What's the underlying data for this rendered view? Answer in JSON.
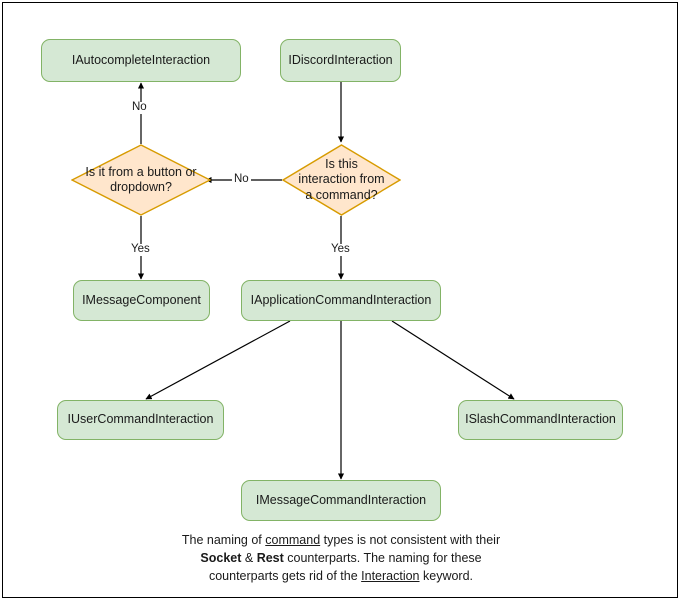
{
  "diagram": {
    "title": "Discord Interaction type hierarchy flowchart",
    "colors": {
      "box_fill": "#d5e8d4",
      "box_border": "#82b366",
      "diamond_fill": "#ffe6cc",
      "diamond_border": "#d79b00",
      "edge": "#000000",
      "frame_border": "#000000",
      "page_background": "#ffffff"
    },
    "nodes": [
      {
        "id": "autocomplete",
        "type": "box",
        "label": "IAutocompleteInteraction"
      },
      {
        "id": "discord",
        "type": "box",
        "label": "IDiscordInteraction"
      },
      {
        "id": "decision_button",
        "type": "diamond",
        "label": "Is it from a button or dropdown?"
      },
      {
        "id": "decision_command",
        "type": "diamond",
        "label": "Is this interaction from a command?"
      },
      {
        "id": "message_component",
        "type": "box",
        "label": "IMessageComponent"
      },
      {
        "id": "application_command",
        "type": "box",
        "label": "IApplicationCommandInteraction"
      },
      {
        "id": "user_command",
        "type": "box",
        "label": "IUserCommandInteraction"
      },
      {
        "id": "slash_command",
        "type": "box",
        "label": "ISlashCommandInteraction"
      },
      {
        "id": "message_command",
        "type": "box",
        "label": "IMessageCommandInteraction"
      }
    ],
    "edges": [
      {
        "id": "e1",
        "from": "discord",
        "to": "decision_command",
        "label": ""
      },
      {
        "id": "e2",
        "from": "decision_command",
        "to": "decision_button",
        "label": "No"
      },
      {
        "id": "e3",
        "from": "decision_command",
        "to": "application_command",
        "label": "Yes"
      },
      {
        "id": "e4",
        "from": "decision_button",
        "to": "autocomplete",
        "label": "No"
      },
      {
        "id": "e5",
        "from": "decision_button",
        "to": "message_component",
        "label": "Yes"
      },
      {
        "id": "e6",
        "from": "application_command",
        "to": "user_command",
        "label": ""
      },
      {
        "id": "e7",
        "from": "application_command",
        "to": "message_command",
        "label": ""
      },
      {
        "id": "e8",
        "from": "application_command",
        "to": "slash_command",
        "label": ""
      }
    ],
    "edge_labels": {
      "no_to_autocomplete": "No",
      "no_to_button_decision": "No",
      "yes_to_message_component": "Yes",
      "yes_to_application_command": "Yes"
    },
    "footnote": {
      "line1_a": "The naming of ",
      "line1_u": "command",
      "line1_b": " types is not consistent with their",
      "line2_a": "Socket",
      "line2_amp": " & ",
      "line2_b": "Rest",
      "line2_c": " counterparts. The naming for these",
      "line3_a": "counterparts gets rid of the ",
      "line3_u": "Interaction",
      "line3_b": " keyword."
    }
  }
}
